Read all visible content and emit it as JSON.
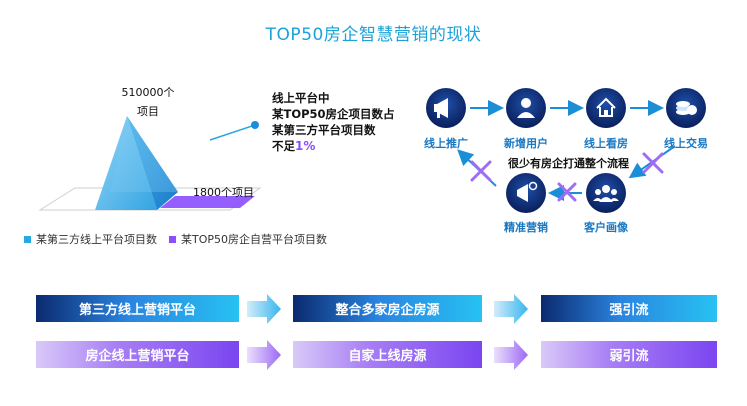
{
  "title": "TOP50房企智慧营销的现状",
  "pyramid": {
    "top_label_line1": "510000个",
    "top_label_line2": "项目",
    "base_label": "1800个项目",
    "callout_line1": "线上平台中",
    "callout_line2": "某TOP50房企项目数占",
    "callout_line3": "某第三方平台项目数",
    "callout_line4_prefix": "不足",
    "callout_line4_pct": "1%",
    "legend_third_party": "某第三方线上平台项目数",
    "legend_top50": "某TOP50房企自营平台项目数",
    "colors": {
      "third_party": "#2aa6e0",
      "top50": "#8a4dff"
    }
  },
  "chart_data": {
    "type": "bar",
    "categories": [
      "某第三方线上平台项目数",
      "某TOP50房企自营平台项目数"
    ],
    "values": [
      510000,
      1800
    ]
  },
  "flow": {
    "nodes": [
      {
        "label": "线上推广",
        "icon": "megaphone-icon"
      },
      {
        "label": "新增用户",
        "icon": "user-icon"
      },
      {
        "label": "线上看房",
        "icon": "house-icon"
      },
      {
        "label": "线上交易",
        "icon": "coins-icon"
      },
      {
        "label": "客户画像",
        "icon": "group-icon"
      },
      {
        "label": "精准营销",
        "icon": "target-megaphone-icon"
      }
    ],
    "note": "很少有房企打通整个流程"
  },
  "rows": [
    {
      "steps": [
        "第三方线上营销平台",
        "整合多家房企房源",
        "强引流"
      ],
      "color": "blue"
    },
    {
      "steps": [
        "房企线上营销平台",
        "自家上线房源",
        "弱引流"
      ],
      "color": "purple"
    }
  ]
}
